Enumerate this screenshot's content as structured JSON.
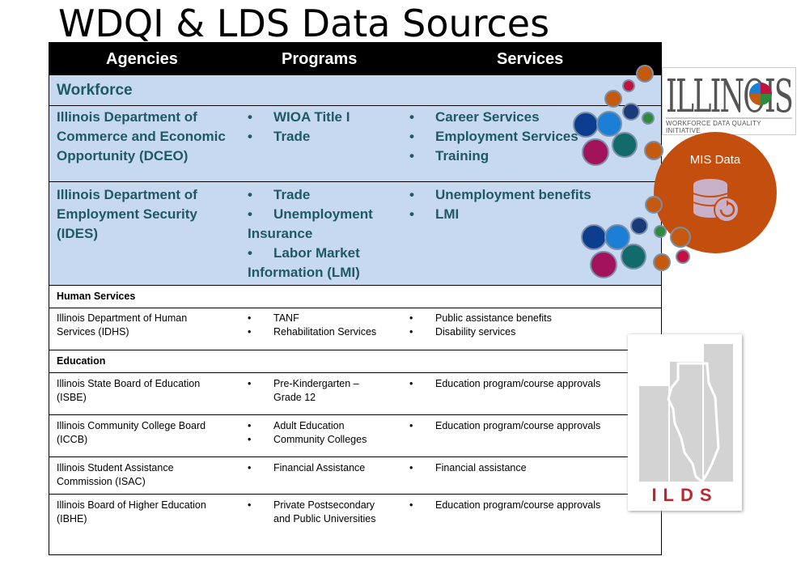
{
  "title": "WDQI & LDS Data Sources",
  "header": {
    "agencies": "Agencies",
    "programs": "Programs",
    "services": "Services"
  },
  "workforce": {
    "label": "Workforce",
    "rows": [
      {
        "agency": "Illinois Department of Commerce and Economic Opportunity (DCEO)",
        "programs": [
          "WIOA Title I",
          "Trade"
        ],
        "services": [
          "Career Services",
          "Employment Services",
          "Training"
        ]
      },
      {
        "agency": "Illinois Department of Employment Security (IDES)",
        "programs": [
          "Trade",
          "Unemployment Insurance",
          "Labor Market Information (LMI)"
        ],
        "services": [
          "Unemployment benefits",
          "LMI"
        ]
      }
    ]
  },
  "human_services": {
    "label": "Human Services",
    "rows": [
      {
        "agency": "Illinois Department of Human Services (IDHS)",
        "programs": [
          "TANF",
          "Rehabilitation Services"
        ],
        "services": [
          "Public assistance benefits",
          "Disability services"
        ]
      }
    ]
  },
  "education": {
    "label": "Education",
    "rows": [
      {
        "agency": "Illinois State Board of Education (ISBE)",
        "programs": [
          "Pre-Kindergarten – Grade 12"
        ],
        "services": [
          "Education program/course approvals"
        ]
      },
      {
        "agency": "Illinois Community College Board (ICCB)",
        "programs": [
          "Adult Education",
          "Community Colleges"
        ],
        "services": [
          "Education program/course approvals"
        ]
      },
      {
        "agency": "Illinois Student Assistance Commission (ISAC)",
        "programs": [
          "Financial Assistance"
        ],
        "services": [
          "Financial assistance"
        ]
      },
      {
        "agency": "Illinois Board of Higher Education (IBHE)",
        "programs": [
          "Private Postsecondary and Public Universities"
        ],
        "services": [
          "Education program/course approvals"
        ]
      }
    ]
  },
  "logo_illinois": {
    "wordmark": "ILLINOIS",
    "tagline": "WORKFORCE DATA QUALITY INITIATIVE"
  },
  "mis": {
    "label": "MIS Data",
    "icon": "database-refresh-icon"
  },
  "ilds_logo": {
    "label": "ILDS"
  },
  "colors": {
    "header_bg": "#000000",
    "workforce_bg": "#c6d9f1",
    "teal_text": "#1e5a63",
    "mis_orange": "#c44e0e",
    "ilds_red": "#c0272d"
  }
}
